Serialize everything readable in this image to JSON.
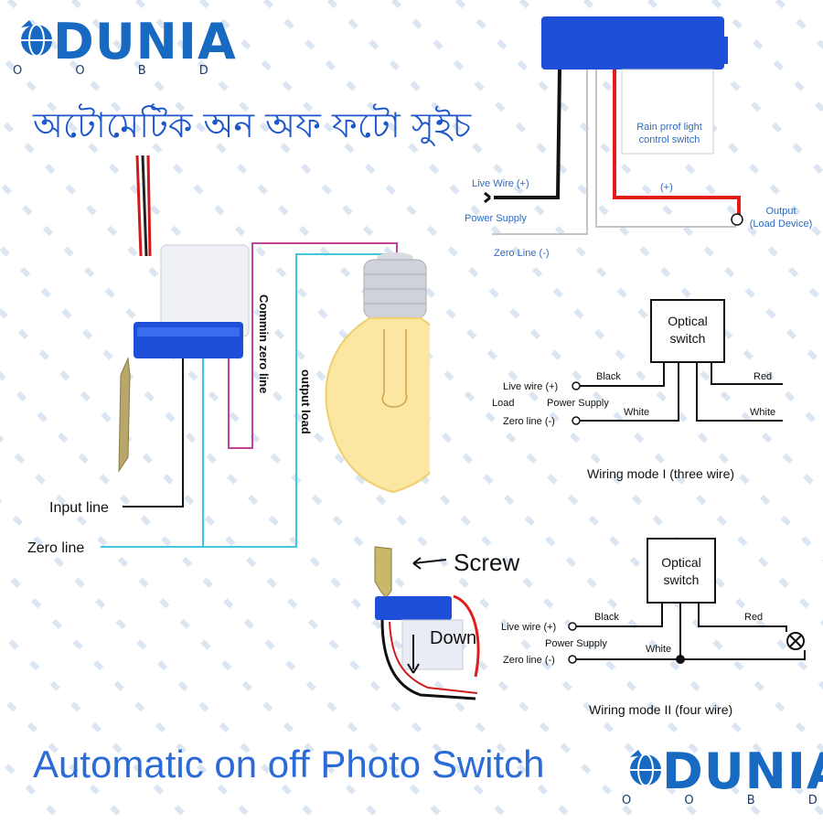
{
  "logo_top": {
    "word": "DUNIA",
    "sub": "O O B D"
  },
  "logo_bottom": {
    "word": "DUNIA",
    "sub": "O O B D"
  },
  "title_bn": "অটোমেটিক অন অফ ফটো সুইচ",
  "title_en": "Automatic on off Photo Switch",
  "left_diagram": {
    "input_line": "Input line",
    "zero_line": "Zero line",
    "commin_zero_line": "Commin zero line",
    "output_load": "output load"
  },
  "top_right": {
    "rain_proof_1": "Rain prrof light",
    "rain_proof_2": "control switch",
    "live_wire": "Live Wire (+)",
    "power_supply": "Power Supply",
    "zero_line": "Zero Line (-)",
    "plus": "(+)",
    "output_1": "Output",
    "output_2": "(Load Device)"
  },
  "mode1": {
    "optical_1": "Optical",
    "optical_2": "switch",
    "black": "Black",
    "red": "Red",
    "white_left": "White",
    "white_right": "White",
    "live": "Live wire (+)",
    "load": "Load",
    "power": "Power Supply",
    "zero": "Zero line (-)",
    "caption": "Wiring mode I (three wire)"
  },
  "screw": {
    "screw": "Screw",
    "down": "Down"
  },
  "mode2": {
    "optical_1": "Optical",
    "optical_2": "switch",
    "black": "Black",
    "red": "Red",
    "white": "White",
    "live": "Live wire (+)",
    "power": "Power Supply",
    "zero": "Zero line (-)",
    "caption": "Wiring mode II (four wire)"
  },
  "colors": {
    "brand_blue": "#1769c2",
    "title_blue": "#1d57c9",
    "red_wire": "#e21b1b",
    "cyan_wire": "#3fc8d8",
    "magenta_wire": "#c0449a",
    "device_blue": "#1f4fd8"
  }
}
